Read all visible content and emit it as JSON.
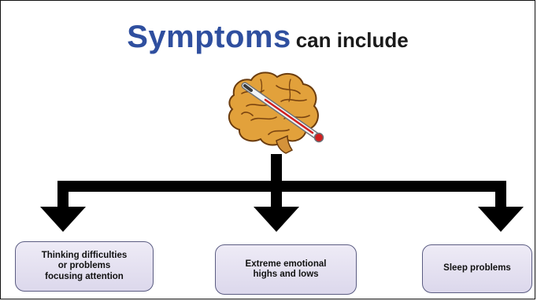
{
  "title": {
    "main": "Symptoms",
    "rest": "can include",
    "main_color": "#2f4f9f",
    "rest_color": "#1a1a1a"
  },
  "illustration": {
    "icon": "brain-with-thermometer-icon"
  },
  "connector_color": "#000000",
  "symptoms": [
    {
      "lines": [
        "Thinking difficulties",
        "or problems",
        "focusing attention"
      ]
    },
    {
      "lines": [
        "Extreme emotional",
        "highs and lows"
      ]
    },
    {
      "lines": [
        "Sleep problems"
      ]
    }
  ]
}
